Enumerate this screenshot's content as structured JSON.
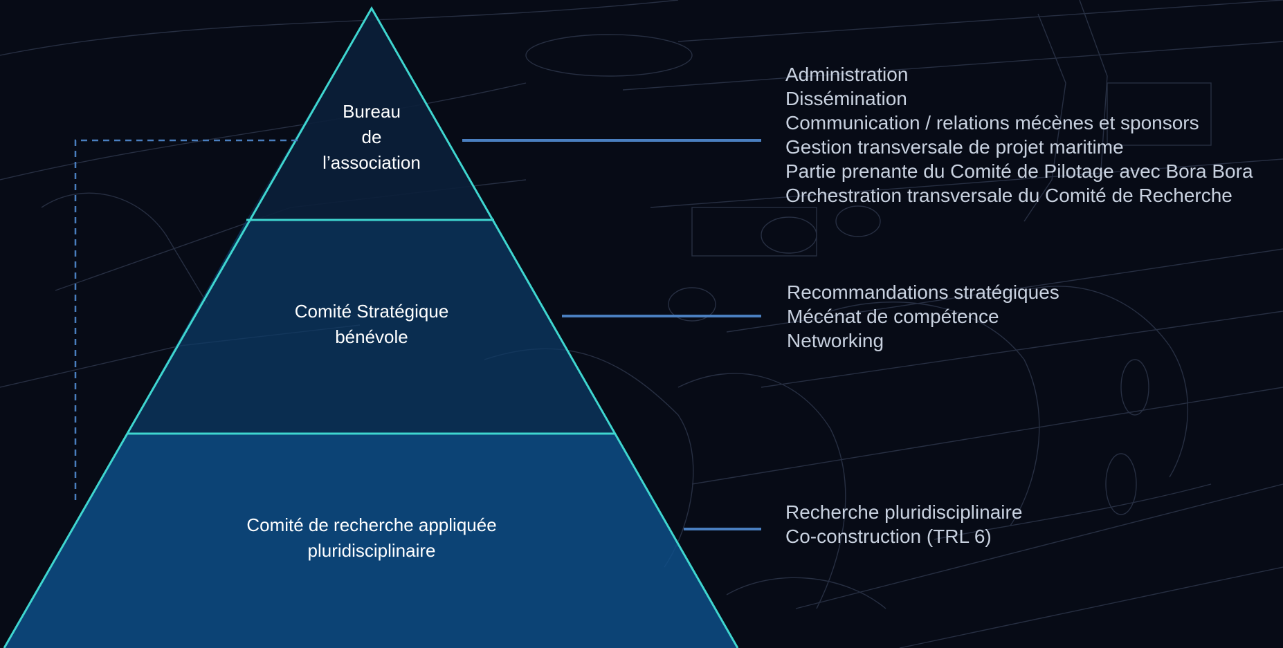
{
  "colors": {
    "background": "#070b16",
    "pyramid_outline": "#3fd6d0",
    "tier_top_fill": "#0b1f3a",
    "tier_mid_fill": "#0c3a66",
    "tier_bottom_fill": "#0d4f8a",
    "connector_line": "#4a7fc0",
    "dashed_line": "#4a7fc0",
    "label_text": "#ffffff",
    "description_text": "#c9d2e0"
  },
  "tiers": [
    {
      "label_lines": [
        "Bureau",
        "de",
        "l’association"
      ],
      "items": [
        "Administration",
        "Dissémination",
        "Communication / relations mécènes et sponsors",
        "Gestion transversale de projet maritime",
        "Partie prenante du Comité de Pilotage avec Bora Bora",
        "Orchestration transversale du Comité de Recherche"
      ]
    },
    {
      "label_lines": [
        "Comité Stratégique",
        "bénévole"
      ],
      "items": [
        "Recommandations stratégiques",
        "Mécénat de compétence",
        "Networking"
      ]
    },
    {
      "label_lines": [
        "Comité de recherche appliquée",
        "pluridisciplinaire"
      ],
      "items": [
        "Recherche pluridisciplinaire",
        "Co-construction (TRL 6)"
      ]
    }
  ]
}
